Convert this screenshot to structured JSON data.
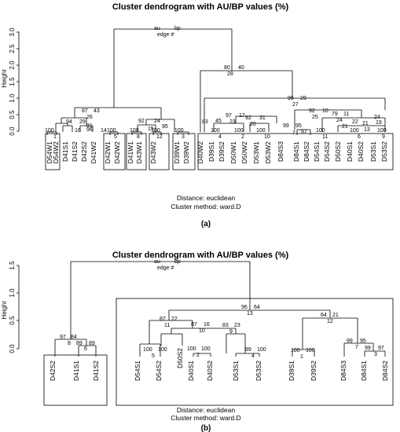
{
  "panels": [
    {
      "id": "a",
      "title": "Cluster dendrogram with AU/BP values (%)",
      "yaxis_label": "Height",
      "y_ticks": [
        "0.0",
        "0.5",
        "1.0",
        "1.5",
        "2.0",
        "2.5",
        "3.0"
      ],
      "legend": {
        "au": "au",
        "bp": "bp",
        "edge": "edge #"
      },
      "distance_text": "Distance:  euclidean",
      "method_text": "Cluster method: ward.D",
      "label": "(a)",
      "leaves": [
        "D54W1",
        "D54W2",
        "D41S1",
        "D41S2",
        "D42S2",
        "D41W2",
        "D42W1",
        "D42W2",
        "D41W1",
        "D43W1",
        "D43W2",
        "D39W1",
        "D39W2",
        "D40W2",
        "D39S1",
        "D39S2",
        "D50W1",
        "D50W2",
        "D53W1",
        "D53W2",
        "D84S3",
        "D84S1",
        "D84S2",
        "D54S1",
        "D54S2",
        "D50S2",
        "D40S1",
        "D40S2",
        "D53S1",
        "D53S2"
      ],
      "top_values": {
        "au": "80",
        "bp": "40",
        "edge": "28"
      },
      "node_values": [
        {
          "au": "87",
          "bp": "43",
          "edge": "26"
        },
        {
          "au": "96",
          "bp": "29",
          "edge": "27"
        },
        {
          "au": "94",
          "bp": "",
          "edge": ""
        },
        {
          "au": "29",
          "bp": "",
          "edge": ""
        },
        {
          "au": "92",
          "bp": "24",
          "edge": ""
        },
        {
          "au": "92",
          "bp": "10",
          "edge": "25"
        },
        {
          "au": "97",
          "bp": "17",
          "edge": "23"
        },
        {
          "au": "92",
          "bp": "31",
          "edge": "20"
        },
        {
          "au": "83",
          "bp": "",
          "edge": ""
        },
        {
          "au": "45",
          "bp": "",
          "edge": ""
        },
        {
          "au": "79",
          "bp": "11",
          "edge": "24"
        },
        {
          "au": "99",
          "bp": "95",
          "edge": ""
        },
        {
          "au": "100",
          "bp": "",
          "edge": "1"
        },
        {
          "au": "100",
          "bp": "",
          "edge": "5"
        },
        {
          "au": "100",
          "bp": "",
          "edge": "8"
        },
        {
          "au": "100",
          "bp": "",
          "edge": "12"
        },
        {
          "au": "100",
          "bp": "",
          "edge": "3"
        },
        {
          "au": "100",
          "bp": "",
          "edge": "4"
        },
        {
          "au": "100",
          "bp": "",
          "edge": "2"
        },
        {
          "au": "100",
          "bp": "",
          "edge": "10"
        },
        {
          "au": "100",
          "bp": "",
          "edge": "11"
        },
        {
          "au": "100",
          "bp": "",
          "edge": "6"
        },
        {
          "au": "100",
          "bp": "",
          "edge": "9"
        },
        {
          "au": "97",
          "bp": "",
          "edge": "7"
        },
        {
          "au": "21",
          "bp": "",
          "edge": "13"
        },
        {
          "au": "31",
          "bp": "",
          "edge": "16"
        },
        {
          "au": "95",
          "bp": "",
          "edge": "15"
        },
        {
          "au": "22",
          "bp": "",
          "edge": "21"
        },
        {
          "au": "24",
          "bp": "",
          "edge": "19"
        },
        {
          "au": "96",
          "bp": "",
          "edge": "14"
        }
      ]
    },
    {
      "id": "b",
      "title": "Cluster dendrogram with AU/BP values (%)",
      "yaxis_label": "Height",
      "y_ticks": [
        "0.0",
        "0.5",
        "1.0",
        "1.5"
      ],
      "legend": {
        "au": "au",
        "bp": "bp",
        "edge": "edge #"
      },
      "distance_text": "Distance:  euclidean",
      "method_text": "Cluster method: ward.D",
      "label": "(b)",
      "leaves": [
        "D42S2",
        "D41S1",
        "D41S2",
        "D54S1",
        "D54S2",
        "D50S2",
        "D40S1",
        "D40S2",
        "D53S1",
        "D53S2",
        "D39S1",
        "D39S2",
        "D84S3",
        "D84S1",
        "D84S2"
      ],
      "node_values": [
        {
          "au": "96",
          "bp": "64",
          "edge": "13"
        },
        {
          "au": "97",
          "bp": "84",
          "edge": "8"
        },
        {
          "au": "89",
          "bp": "89",
          "edge": "6"
        },
        {
          "au": "87",
          "bp": "22",
          "edge": "11"
        },
        {
          "au": "87",
          "bp": "16",
          "edge": "10"
        },
        {
          "au": "83",
          "bp": "23",
          "edge": "9"
        },
        {
          "au": "64",
          "bp": "21",
          "edge": "12"
        },
        {
          "au": "100",
          "bp": "100",
          "edge": "5"
        },
        {
          "au": "100",
          "bp": "100",
          "edge": "2"
        },
        {
          "au": "99",
          "bp": "100",
          "edge": "4"
        },
        {
          "au": "100",
          "bp": "100",
          "edge": "1"
        },
        {
          "au": "99",
          "bp": "95",
          "edge": "7"
        },
        {
          "au": "99",
          "bp": "97",
          "edge": "3"
        }
      ]
    }
  ]
}
